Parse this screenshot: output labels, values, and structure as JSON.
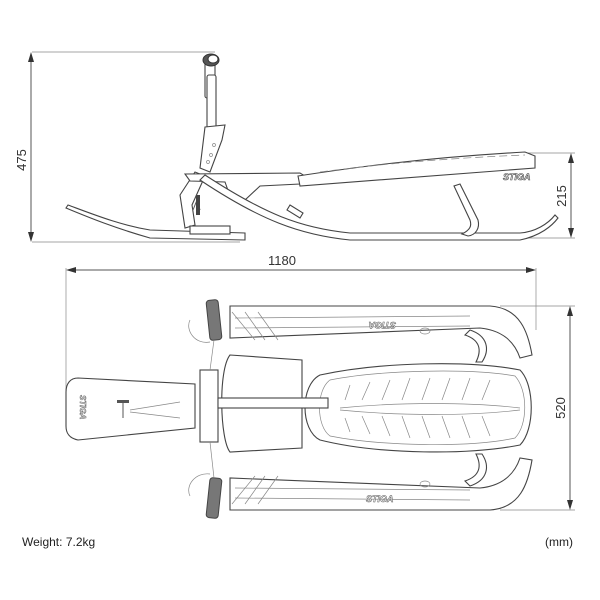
{
  "product": {
    "brand_mark": "STIGA"
  },
  "dimensions": {
    "height_total": "475",
    "seat_height": "215",
    "length": "1180",
    "width": "520"
  },
  "footer": {
    "weight_label": "Weight:",
    "weight_value": "7.2kg",
    "units": "(mm)"
  },
  "views": [
    "side-view",
    "top-view"
  ]
}
